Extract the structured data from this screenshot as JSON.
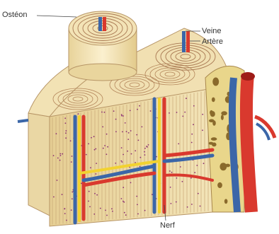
{
  "labels": {
    "osteon": "Ostéon",
    "veine": "Veine",
    "artere": "Artère",
    "nerf": "Nerf"
  },
  "colors": {
    "bone": "#efe0b4",
    "lamella": "#a97a57",
    "cell": "#8b2f73",
    "vein": "#3b66a8",
    "artery": "#d9392e",
    "nerve": "#f2d230",
    "spongy": "#e9d68b"
  }
}
